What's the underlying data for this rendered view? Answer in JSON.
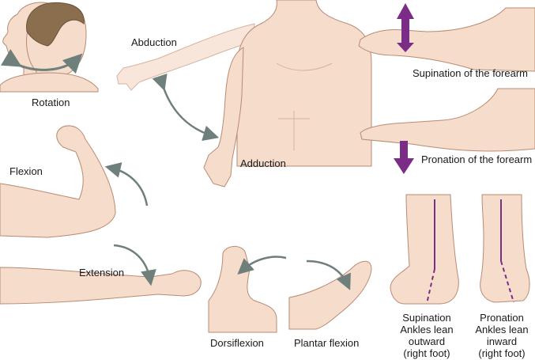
{
  "labels": {
    "rotation": "Rotation",
    "abduction": "Abduction",
    "adduction": "Adduction",
    "supination_forearm": "Supination of the forearm",
    "pronation_forearm": "Pronation of the forearm",
    "flexion": "Flexion",
    "extension": "Extension",
    "dorsiflexion": "Dorsiflexion",
    "plantar_flexion": "Plantar flexion",
    "supination_foot": {
      "line1": "Supination",
      "line2": "Ankles lean",
      "line3": "outward",
      "line4": "(right foot)"
    },
    "pronation_foot": {
      "line1": "Pronation",
      "line2": "Ankles lean",
      "line3": "inward",
      "line4": "(right foot)"
    }
  },
  "colors": {
    "skin": "#f6dccb",
    "skin_shadow": "#e8bca5",
    "outline": "#b88a74",
    "hair": "#8a6e4e",
    "arrow_gray": "#6f7f7c",
    "arrow_fill": "#f0f3f2",
    "purple": "#7b2c86"
  }
}
